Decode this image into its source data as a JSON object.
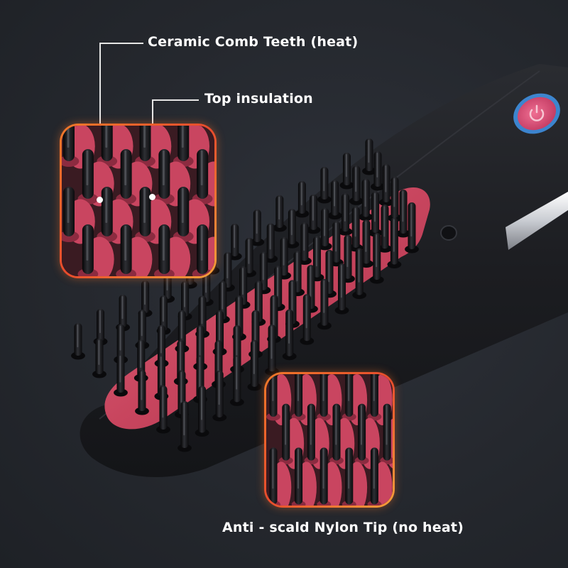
{
  "callouts": {
    "ceramic_teeth": "Ceramic Comb Teeth  (heat)",
    "top_insulation": "Top insulation",
    "nylon_tip": "Anti - scald Nylon Tip (no heat)"
  },
  "colors": {
    "background": "#25282e",
    "brush_body": "#1c1d21",
    "pad": "#d04a63",
    "inset_border": "#f07a2a",
    "power_button": "#e0507a",
    "power_ring": "#3f8fe0",
    "label_text": "#ffffff"
  },
  "icons": {
    "power": "power-icon"
  }
}
